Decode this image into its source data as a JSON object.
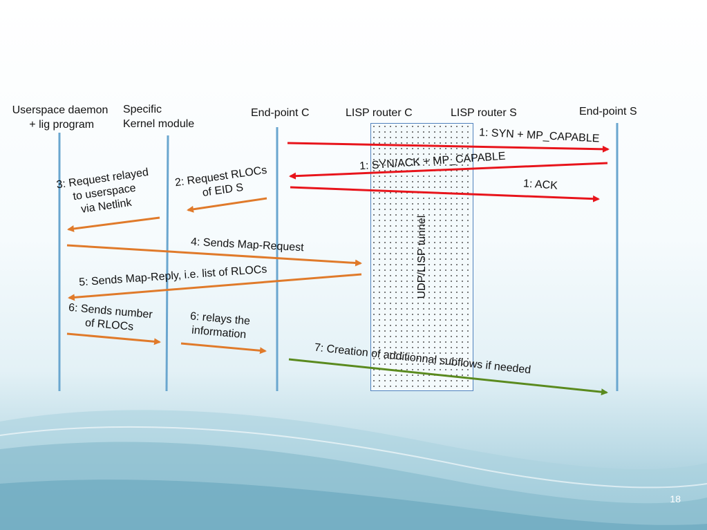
{
  "actors": [
    {
      "label": "Userspace daemon\n + lig program"
    },
    {
      "label": "Specific\nKernel module"
    },
    {
      "label": "End-point C"
    },
    {
      "label": "LISP router C"
    },
    {
      "label": "LISP router S"
    },
    {
      "label": "End-point S"
    }
  ],
  "tunnel_label": "UDP/LISP tunnel",
  "messages": [
    {
      "id": "syn",
      "label": "1: SYN + MP_CAPABLE",
      "color": "#e8141b"
    },
    {
      "id": "synack",
      "label": "1: SYN/ACK + MP_CAPABLE",
      "color": "#e8141b"
    },
    {
      "id": "ack",
      "label": "1: ACK",
      "color": "#e8141b"
    },
    {
      "id": "req-rlocs",
      "label": "2: Request RLOCs\nof EID S",
      "color": "#e07a2a"
    },
    {
      "id": "req-relayed",
      "label": "3: Request relayed\nto userspace\nvia Netlink",
      "color": "#e07a2a"
    },
    {
      "id": "map-request",
      "label": "4: Sends Map-Request",
      "color": "#e07a2a"
    },
    {
      "id": "map-reply",
      "label": "5: Sends Map-Reply, i.e. list of RLOCs",
      "color": "#e07a2a"
    },
    {
      "id": "num-rlocs",
      "label": "6: Sends number\nof RLOCs",
      "color": "#e07a2a"
    },
    {
      "id": "relays-info",
      "label": "6: relays the\ninformation",
      "color": "#e07a2a"
    },
    {
      "id": "subflows",
      "label": "7: Creation of additionnal subflows if needed",
      "color": "#5a8a1e"
    }
  ],
  "lifeline_color": "#6aa6cf",
  "slide_number": "18"
}
